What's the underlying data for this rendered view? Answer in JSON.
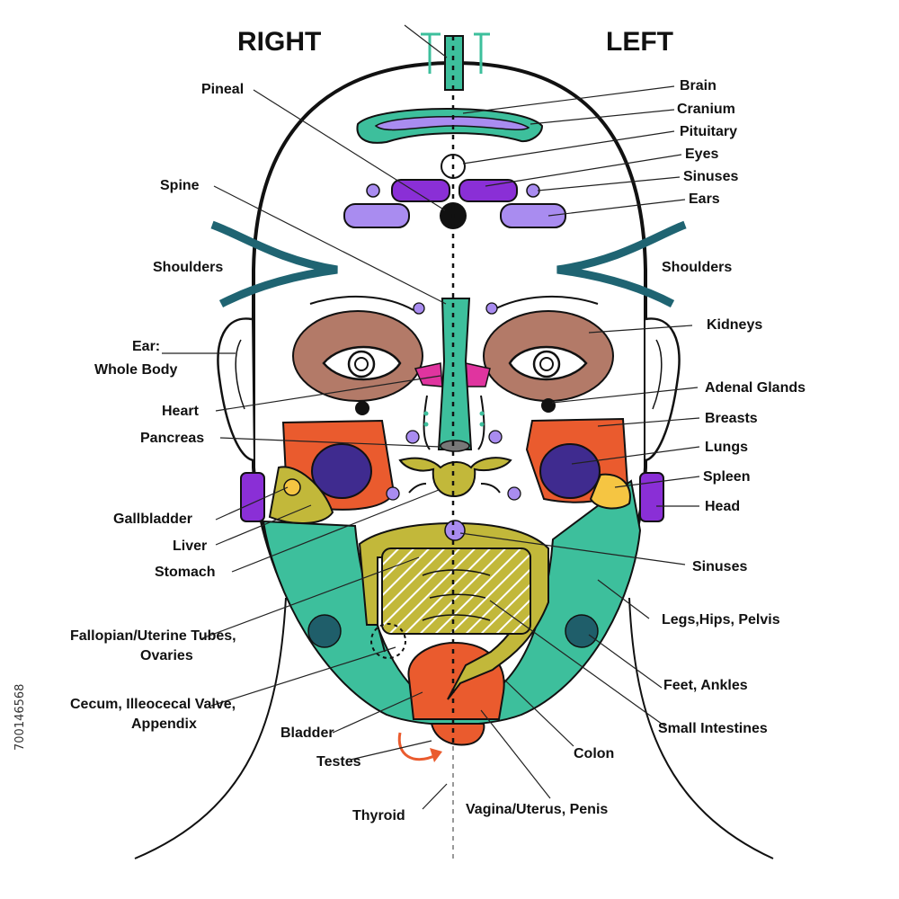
{
  "headings": {
    "right": "RIGHT",
    "left": "LEFT"
  },
  "labels": {
    "brain": "Brain",
    "cranium": "Cranium",
    "pituitary": "Pituitary",
    "eyes": "Eyes",
    "sinuses_top": "Sinuses",
    "ears": "Ears",
    "pineal": "Pineal",
    "spine": "Spine",
    "shoulders_right": "Shoulders",
    "shoulders_left": "Shoulders",
    "kidneys": "Kidneys",
    "ear_line1": "Ear:",
    "ear_line2": "Whole Body",
    "adrenal": "Adenal Glands",
    "heart": "Heart",
    "breasts": "Breasts",
    "pancreas": "Pancreas",
    "lungs": "Lungs",
    "spleen": "Spleen",
    "head": "Head",
    "gallbladder": "Gallbladder",
    "liver": "Liver",
    "stomach": "Stomach",
    "sinuses_chin": "Sinuses",
    "legs": "Legs,Hips, Pelvis",
    "fallopian_line1": "Fallopian/Uterine Tubes,",
    "fallopian_line2": "Ovaries",
    "feet": "Feet, Ankles",
    "cecum_line1": "Cecum, Illeocecal Valve,",
    "cecum_line2": "Appendix",
    "small_intestines": "Small Intestines",
    "bladder": "Bladder",
    "colon": "Colon",
    "testes": "Testes",
    "thyroid": "Thyroid",
    "vagina": "Vagina/Uterus, Penis"
  },
  "stock_id": "700146568",
  "colors": {
    "teal": "#3dbf9c",
    "purple": "#7b2fd0",
    "lavender": "#a98cf0",
    "brown": "#b37a68",
    "orange": "#ea5b2e",
    "navy": "#3f2b8f",
    "olive": "#c2b83a",
    "yellow": "#f5c542",
    "magenta": "#e0349f",
    "dark_teal": "#1f6472",
    "black": "#111111"
  }
}
